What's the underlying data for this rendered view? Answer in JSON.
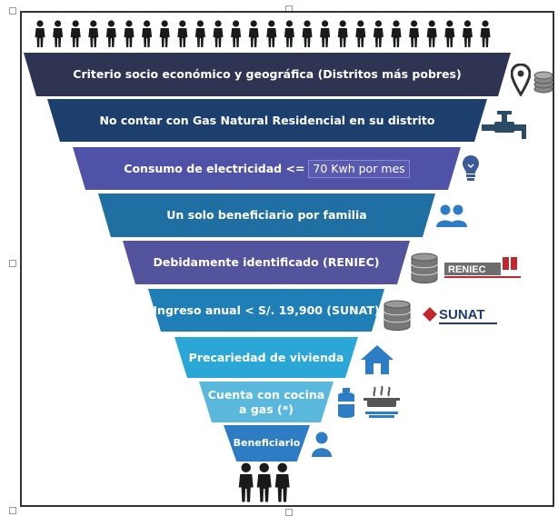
{
  "levels": [
    {
      "label": "Criterio socio económico y geográfica (Distritos más pobres)",
      "color": "#2e3452",
      "icons": [
        "location-pin-icon",
        "coins-icon"
      ]
    },
    {
      "label": "No contar con Gas Natural Residencial en su distrito",
      "color": "#1d3f6e",
      "icons": [
        "gas-valve-icon"
      ]
    },
    {
      "label": "Consumo de electricidad <=",
      "highlight": "70 Kwh por mes",
      "color": "#5052a8",
      "icons": [
        "lightbulb-icon"
      ]
    },
    {
      "label": "Un solo beneficiario por familia",
      "color": "#1f6fa3",
      "icons": [
        "two-people-icon"
      ]
    },
    {
      "label": "Debidamente identificado (RENIEC)",
      "color": "#54549e",
      "icons": [
        "database-icon",
        "reniec-logo"
      ]
    },
    {
      "label": "Ingreso anual < S/. 19,900 (SUNAT)",
      "color": "#1f7eb5",
      "icons": [
        "database-icon",
        "sunat-logo"
      ]
    },
    {
      "label": "Precariedad de vivienda",
      "color": "#2aa7d6",
      "icons": [
        "house-icon"
      ]
    },
    {
      "label": "Cuenta con cocina",
      "label2": "a gas (*)",
      "color": "#5ab8dc",
      "icons": [
        "gas-cylinder-icon",
        "stove-pot-icon"
      ]
    },
    {
      "label": "Beneficiario",
      "color": "#2d7cc4",
      "icons": [
        "person-icon"
      ]
    }
  ],
  "logos": {
    "reniec": "RENIEC",
    "sunat": "SUNAT"
  },
  "icon_color": "#2d7cc4"
}
